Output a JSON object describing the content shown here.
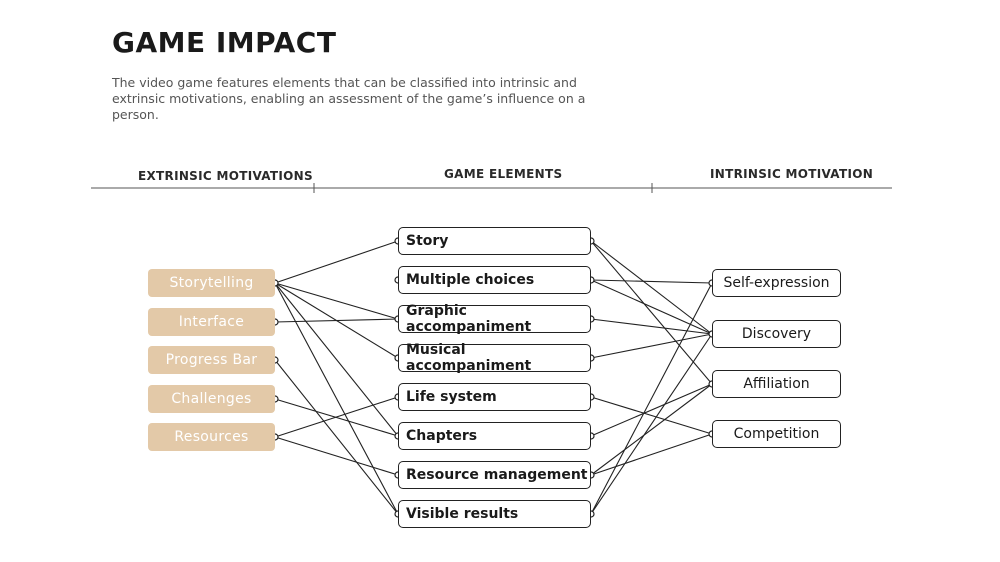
{
  "title": "GAME IMPACT",
  "subtitle": "The video game features elements that can be classified into intrinsic and extrinsic motivations, enabling an assessment of the game’s influence on a person.",
  "headers": {
    "extrinsic": "EXTRINSIC MOTIVATIONS",
    "game": "GAME ELEMENTS",
    "intrinsic": "INTRINSIC MOTIVATION"
  },
  "colors": {
    "extrinsic_fill": "#e3c9a8",
    "line": "#222222"
  },
  "extrinsic": [
    "Storytelling",
    "Interface",
    "Progress Bar",
    "Challenges",
    "Resources"
  ],
  "game_elements": [
    "Story",
    "Multiple choices",
    "Graphic accompaniment",
    "Musical accompaniment",
    "Life system",
    "Chapters",
    "Resource management",
    "Visible results"
  ],
  "intrinsic": [
    "Self-expression",
    "Discovery",
    "Affiliation",
    "Competition"
  ],
  "links_extrinsic_to_game": [
    [
      0,
      0
    ],
    [
      0,
      2
    ],
    [
      0,
      3
    ],
    [
      0,
      5
    ],
    [
      0,
      7
    ],
    [
      1,
      2
    ],
    [
      2,
      7
    ],
    [
      3,
      5
    ],
    [
      4,
      4
    ],
    [
      4,
      6
    ]
  ],
  "links_game_to_intrinsic": [
    [
      0,
      1
    ],
    [
      0,
      2
    ],
    [
      1,
      0
    ],
    [
      1,
      1
    ],
    [
      2,
      1
    ],
    [
      3,
      1
    ],
    [
      4,
      3
    ],
    [
      5,
      2
    ],
    [
      6,
      2
    ],
    [
      6,
      3
    ],
    [
      7,
      0
    ],
    [
      7,
      1
    ]
  ]
}
